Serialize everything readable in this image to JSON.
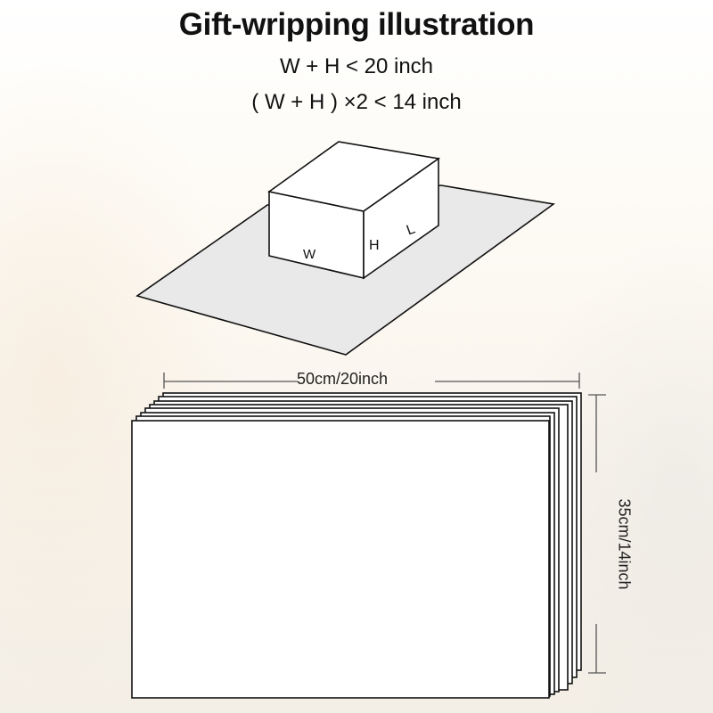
{
  "title": "Gift-wripping illustration",
  "formulas": [
    "W + H < 20 inch",
    "( W + H ) ×2 < 14 inch"
  ],
  "box_labels": {
    "width": "W",
    "height": "H",
    "length": "L"
  },
  "dimensions": {
    "width_label": "50cm/20inch",
    "height_label": "35cm/14inch"
  },
  "colors": {
    "line": "#111111",
    "paper_fill": "#e9e9e9",
    "sheet_fill": "#ffffff",
    "dim_line": "#555555"
  },
  "sheet_count": 8
}
